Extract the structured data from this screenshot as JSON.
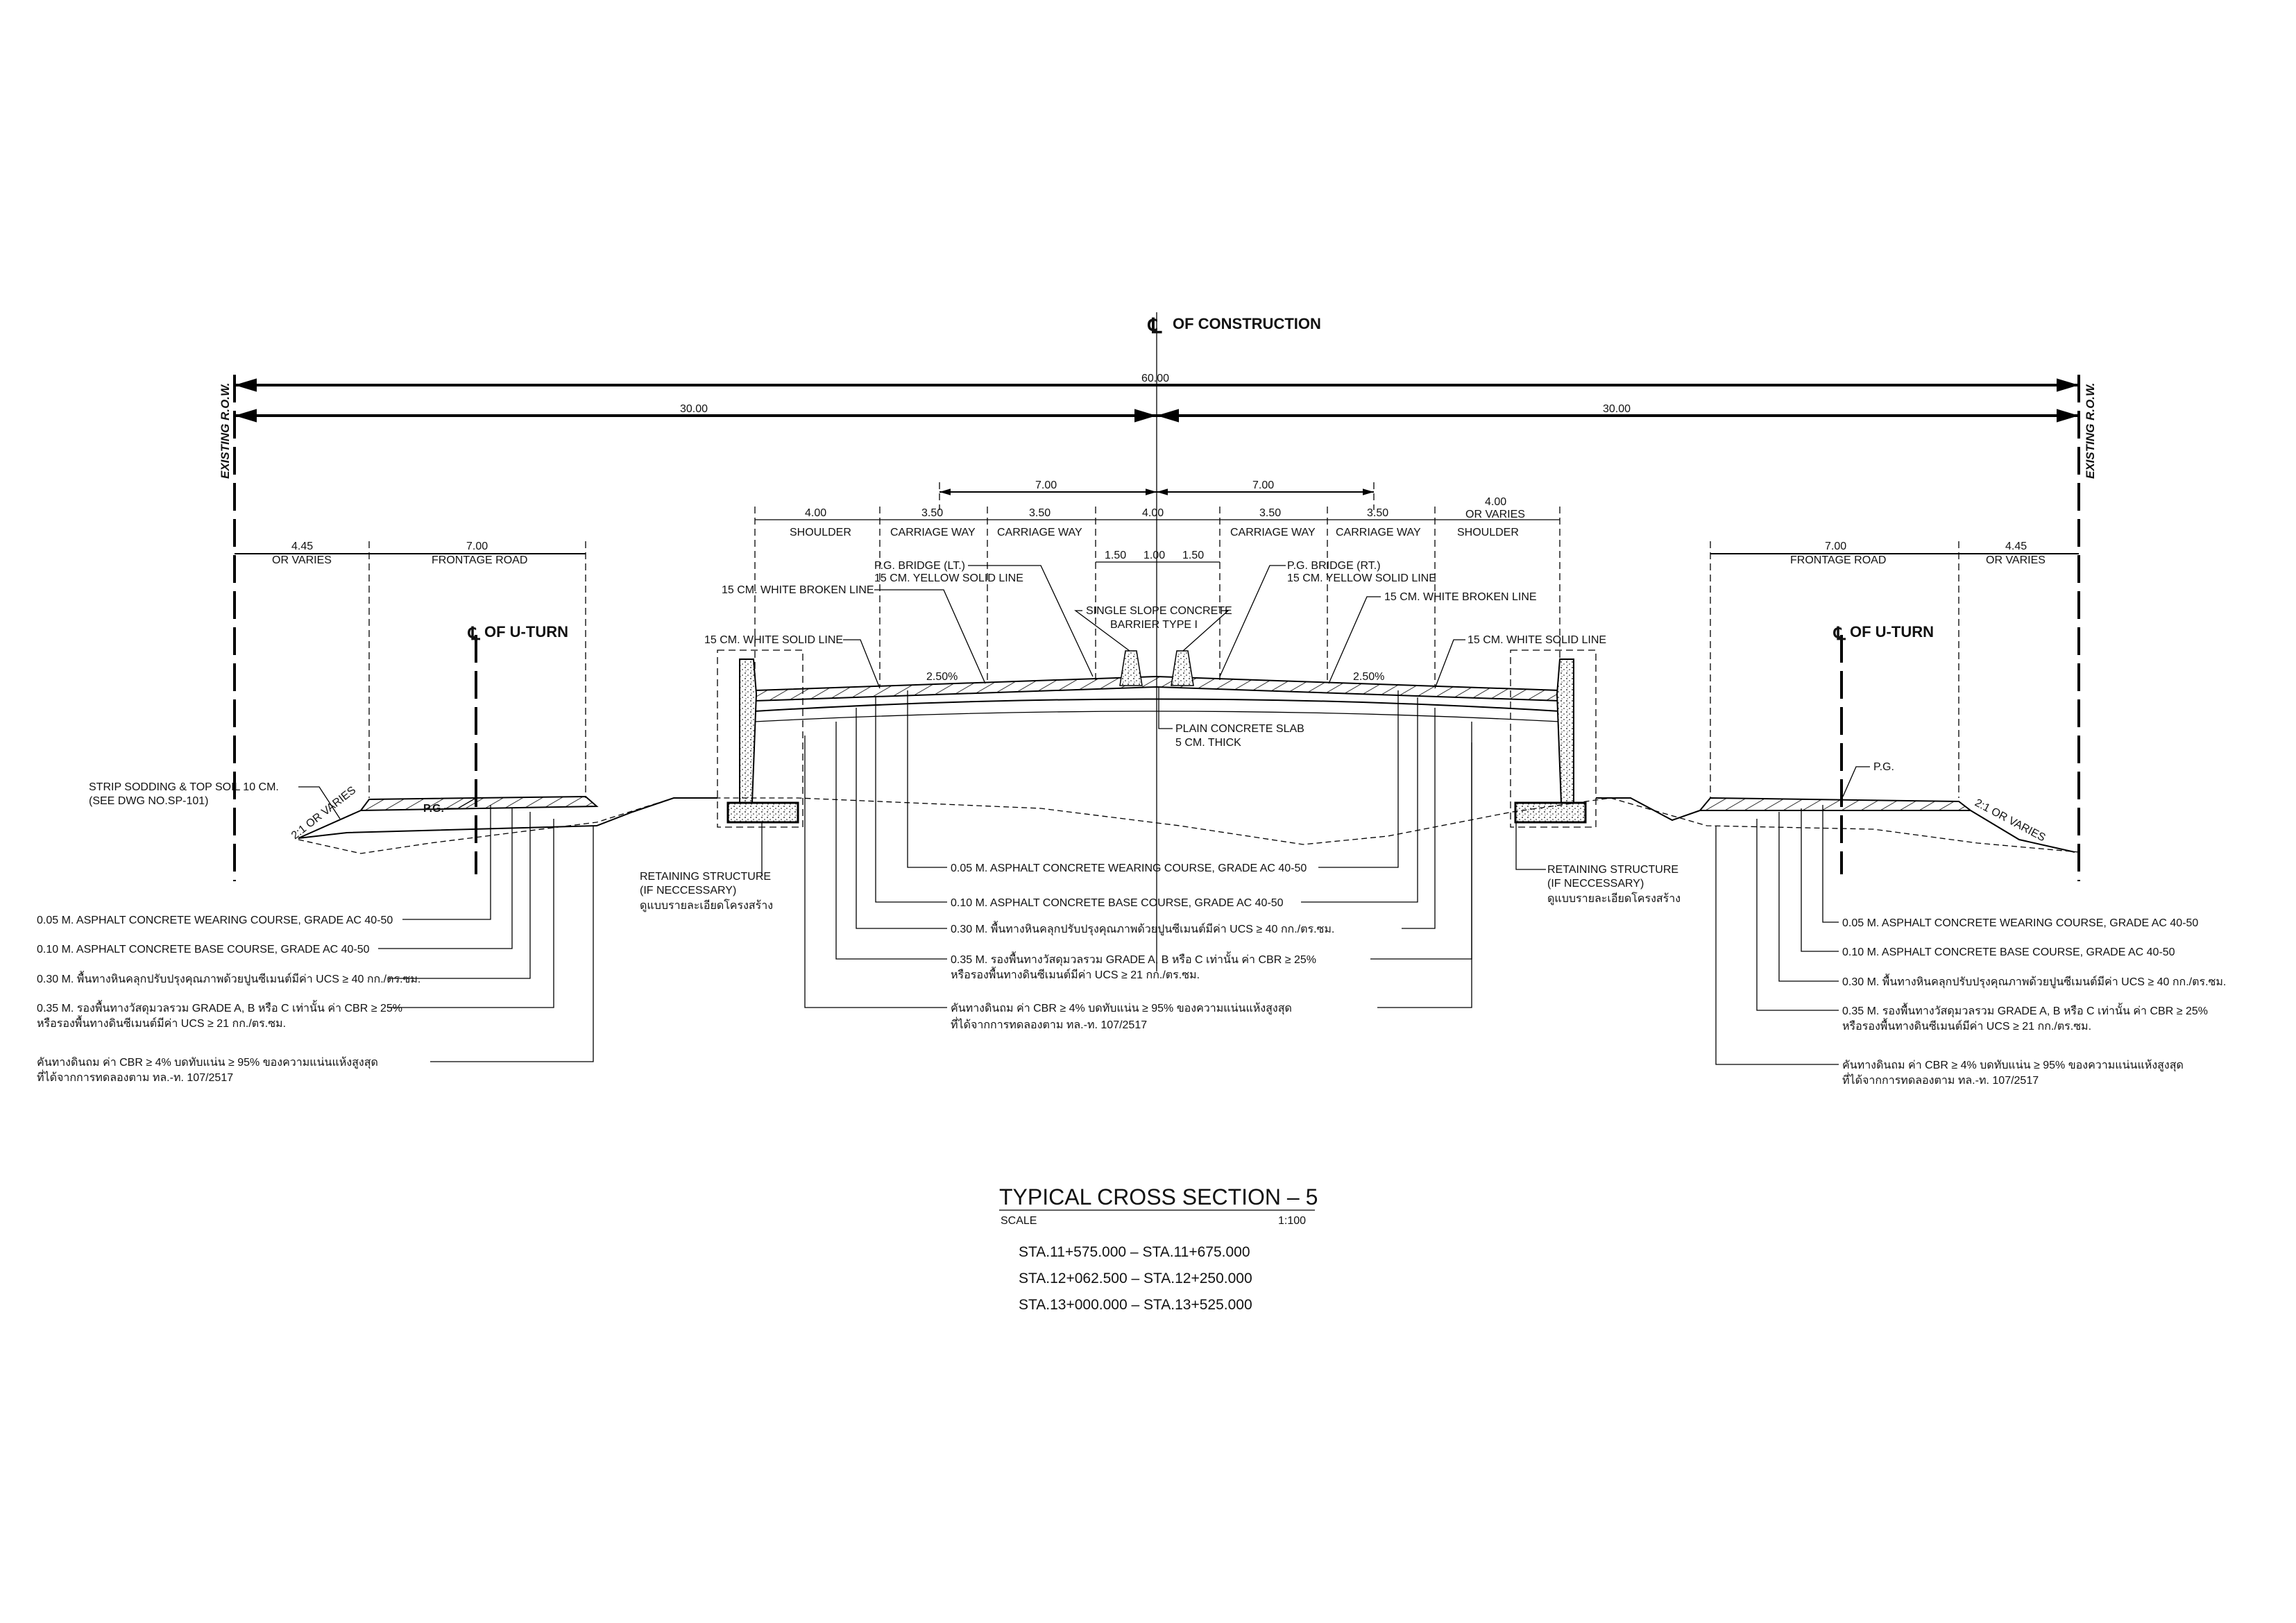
{
  "header": {
    "cl_symbol": "℄",
    "cl_construction": "OF CONSTRUCTION",
    "existing_row": "EXISTING  R.O.W.",
    "total_width": "60.00",
    "half_width_left": "30.00",
    "half_width_right": "30.00"
  },
  "main_dims": {
    "dir_left": "7.00",
    "dir_right": "7.00",
    "lanes": [
      {
        "width": "4.00",
        "label": "SHOULDER"
      },
      {
        "width": "3.50",
        "label": "CARRIAGE WAY"
      },
      {
        "width": "3.50",
        "label": "CARRIAGE WAY"
      },
      {
        "width": "4.00",
        "label": ""
      },
      {
        "width": "3.50",
        "label": "CARRIAGE WAY"
      },
      {
        "width": "3.50",
        "label": "CARRIAGE WAY"
      },
      {
        "width": "4.00",
        "label": "SHOULDER",
        "note": "OR VARIES"
      }
    ],
    "median": [
      "1.50",
      "1.00",
      "1.50"
    ],
    "slope_left": "2.50%",
    "slope_right": "2.50%"
  },
  "annotations": {
    "pg_bridge_lt": "P.G. BRIDGE (LT.)",
    "pg_bridge_rt": "P.G. BRIDGE (RT.)",
    "yellow_line": "15 CM. YELLOW SOLID LINE",
    "white_broken": "15 CM. WHITE BROKEN LINE",
    "white_solid": "15 CM. WHITE SOLID LINE",
    "barrier_1": "SINGLE SLOPE CONCRETE",
    "barrier_2": "BARRIER TYPE I",
    "slab_1": "PLAIN CONCRETE SLAB",
    "slab_2": "5 CM. THICK",
    "retaining_1": "RETAINING STRUCTURE",
    "retaining_2": "(IF NECCESSARY)",
    "retaining_3": "ดูแบบรายละเอียดโครงสร้าง",
    "sodding_1": "STRIP SODDING & TOP SOIL 10 CM.",
    "sodding_2": "(SEE DWG NO.SP-101)",
    "slope": "2:1  OR VARIES",
    "pg": "P.G."
  },
  "frontage": {
    "offset_width": "4.45",
    "offset_note": "OR VARIES",
    "road_width": "7.00",
    "road_label": "FRONTAGE ROAD",
    "uturn_label": "OF U-TURN"
  },
  "layers": {
    "wearing": "0.05 M. ASPHALT CONCRETE WEARING COURSE, GRADE AC 40-50",
    "base": "0.10 M. ASPHALT CONCRETE BASE COURSE, GRADE AC 40-50",
    "cement_base": "0.30 M. พื้นทางหินคลุกปรับปรุงคุณภาพด้วยปูนซีเมนต์มีค่า UCS ≥ 40 กก./ตร.ซม.",
    "subbase_1": "0.35 M. รองพื้นทางวัสดุมวลรวม GRADE A, B หรือ C เท่านั้น ค่า CBR ≥ 25%",
    "subbase_2": "หรือรองพื้นทางดินซีเมนต์มีค่า UCS ≥ 21 กก./ตร.ซม.",
    "embankment_1": "คันทางดินถม ค่า CBR ≥ 4% บดทับแน่น ≥ 95% ของความแน่นแห้งสูงสุด",
    "embankment_2": "ที่ได้จากการทดลองตาม ทล.-ท. 107/2517"
  },
  "title": {
    "main": "TYPICAL CROSS SECTION – 5",
    "scale_label": "SCALE",
    "scale_value": "1:100",
    "stations": [
      "STA.11+575.000  –  STA.11+675.000",
      "STA.12+062.500  –  STA.12+250.000",
      "STA.13+000.000  –  STA.13+525.000"
    ]
  }
}
